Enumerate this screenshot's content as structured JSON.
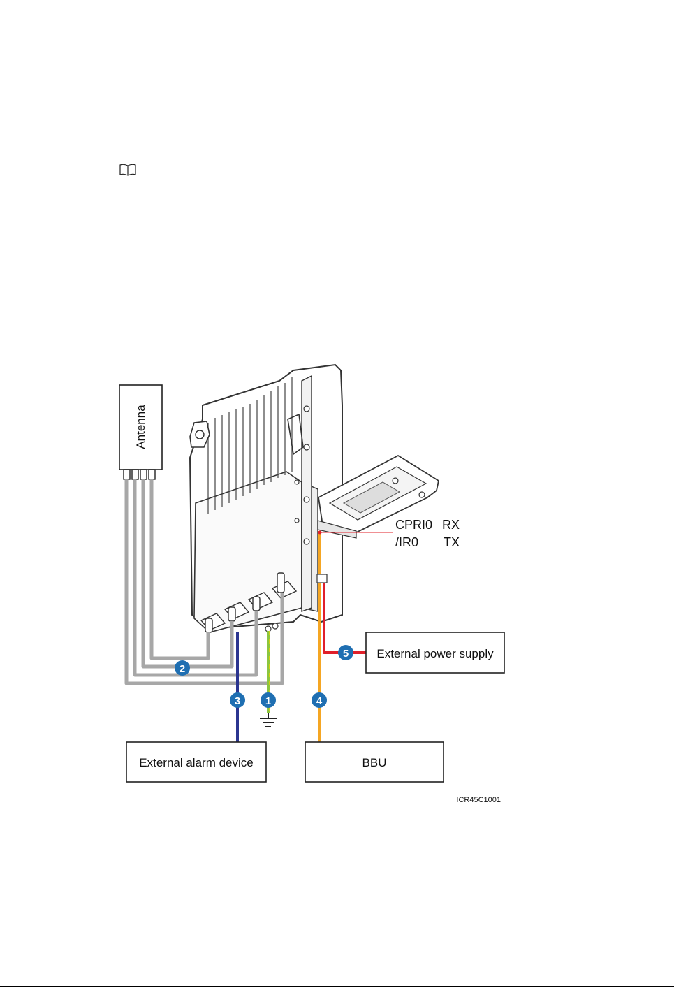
{
  "labels": {
    "antenna": "Antenna",
    "cpri_line1": "CPRI0",
    "cpri_line2": "/IR0",
    "rx": "RX",
    "tx": "TX",
    "external_power_supply": "External power supply",
    "external_alarm_device": "External alarm device",
    "bbu": "BBU",
    "figure_code": "ICR45C1001"
  },
  "callouts": [
    "1",
    "2",
    "3",
    "4",
    "5"
  ],
  "icons": {
    "note": "book-icon",
    "ground": "ground-symbol-icon"
  },
  "colors": {
    "ground_cable": "#8cc63f",
    "rf_jumper": "#a7a7a7",
    "alarm_cable": "#2b3590",
    "cpri_fiber": "#f5a623",
    "power_cable": "#e0202a",
    "callout_fill": "#1f6fb2",
    "cpri_leader": "#e0202a"
  }
}
